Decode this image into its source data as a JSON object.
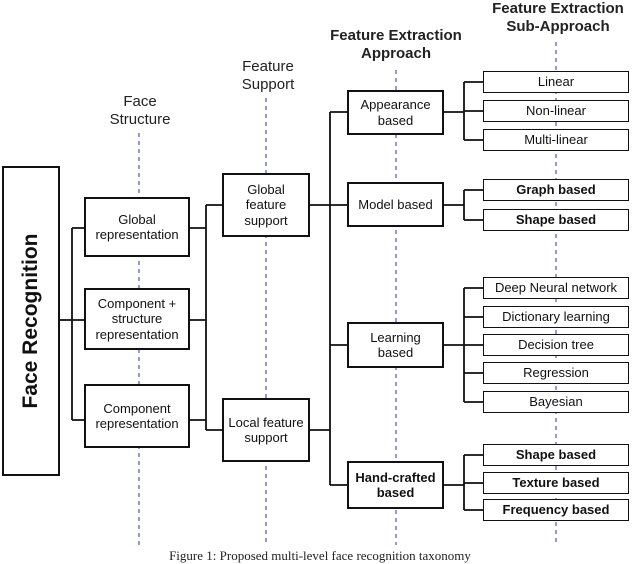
{
  "headers": {
    "face_structure": "Face Structure",
    "feature_support": "Feature Support",
    "feature_extraction_approach": "Feature Extraction Approach",
    "feature_extraction_sub_approach": "Feature Extraction Sub-Approach"
  },
  "root": "Face Recognition",
  "structure": {
    "global": "Global representation",
    "component_structure": "Component + structure representation",
    "component": "Component representation"
  },
  "support": {
    "global": "Global feature support",
    "local": "Local feature support"
  },
  "approach": {
    "appearance": "Appearance based",
    "model": "Model based",
    "learning": "Learning based",
    "handcrafted": "Hand-crafted based"
  },
  "sub": {
    "linear": "Linear",
    "nonlinear": "Non-linear",
    "multilinear": "Multi-linear",
    "graph": "Graph based",
    "shape_model": "Shape based",
    "dnn": "Deep Neural network",
    "dictionary": "Dictionary learning",
    "decision_tree": "Decision tree",
    "regression": "Regression",
    "bayesian": "Bayesian",
    "shape_hc": "Shape based",
    "texture": "Texture based",
    "frequency": "Frequency based"
  },
  "caption": "Figure 1: Proposed multi-level face recognition taxonomy"
}
